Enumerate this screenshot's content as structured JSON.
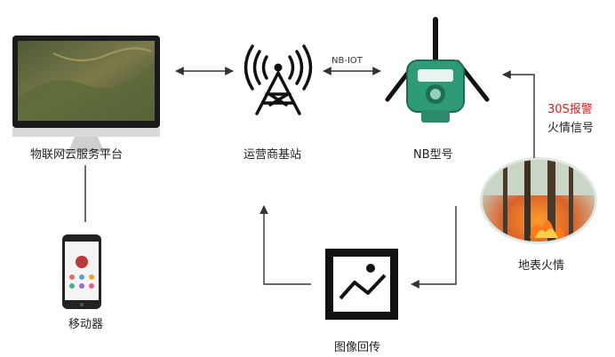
{
  "nodes": {
    "platform": {
      "label": "物联网云服务平台"
    },
    "mobile": {
      "label": "移动器"
    },
    "base_station": {
      "label": "运营商基站"
    },
    "nb_device": {
      "label": "NB型号"
    },
    "image_return": {
      "label": "图像回传"
    },
    "ground_fire": {
      "label": "地表火情"
    }
  },
  "links": {
    "nb_iot": "NB-IOT",
    "alarm_line1": "30S报警",
    "alarm_line2": "火情信号"
  },
  "colors": {
    "alarm_text": "#e02020",
    "device_body": "#2e9a78",
    "arrow": "#333333"
  },
  "icons": [
    "desktop-monitor-icon",
    "smartphone-icon",
    "cell-tower-icon",
    "nb-sensor-device-icon",
    "image-icon",
    "forest-fire-photo"
  ]
}
